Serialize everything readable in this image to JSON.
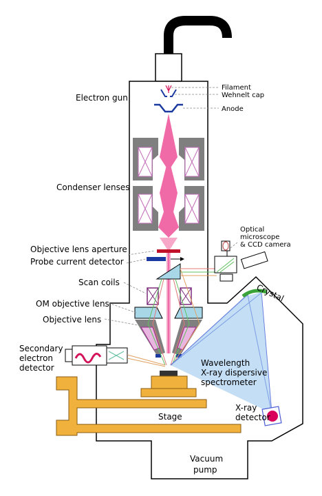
{
  "labels": {
    "electron_gun": "Electron gun",
    "filament": "Filament",
    "wehnelt_cap": "Wehnelt cap",
    "anode": "Anode",
    "condenser_lenses": "Condenser lenses",
    "optical_microscope_line1": "Optical",
    "optical_microscope_line2": "microscope",
    "optical_microscope_line3": "& CCD camera",
    "objective_lens_aperture": "Objective lens aperture",
    "probe_current_detector": "Probe current detector",
    "scan_coils": "Scan coils",
    "om_objective_lens": "OM objective lens",
    "objective_lens": "Objective lens",
    "crystal": "Crystal",
    "secondary_line1": "Secondary",
    "secondary_line2": "electron",
    "secondary_line3": "detector",
    "wds_line1": "Wavelength",
    "wds_line2": "X-ray dispersive",
    "wds_line3": "spectrometer",
    "xray_detector_line1": "X-ray",
    "xray_detector_line2": "detector",
    "stage": "Stage",
    "vacuum_line1": "Vacuum",
    "vacuum_line2": "pump"
  },
  "colors": {
    "beam": "#f06aa8",
    "lens_gray": "#7f7f7f",
    "coil_pink": "#e8b6e0",
    "stage_orange": "#f0b23c",
    "crystal_green": "#3aa33a",
    "xray_blue": "#4a5bd6",
    "detector_red": "#d8005a",
    "aperture_red": "#c0102a",
    "om_blue": "#a8d8e8"
  }
}
